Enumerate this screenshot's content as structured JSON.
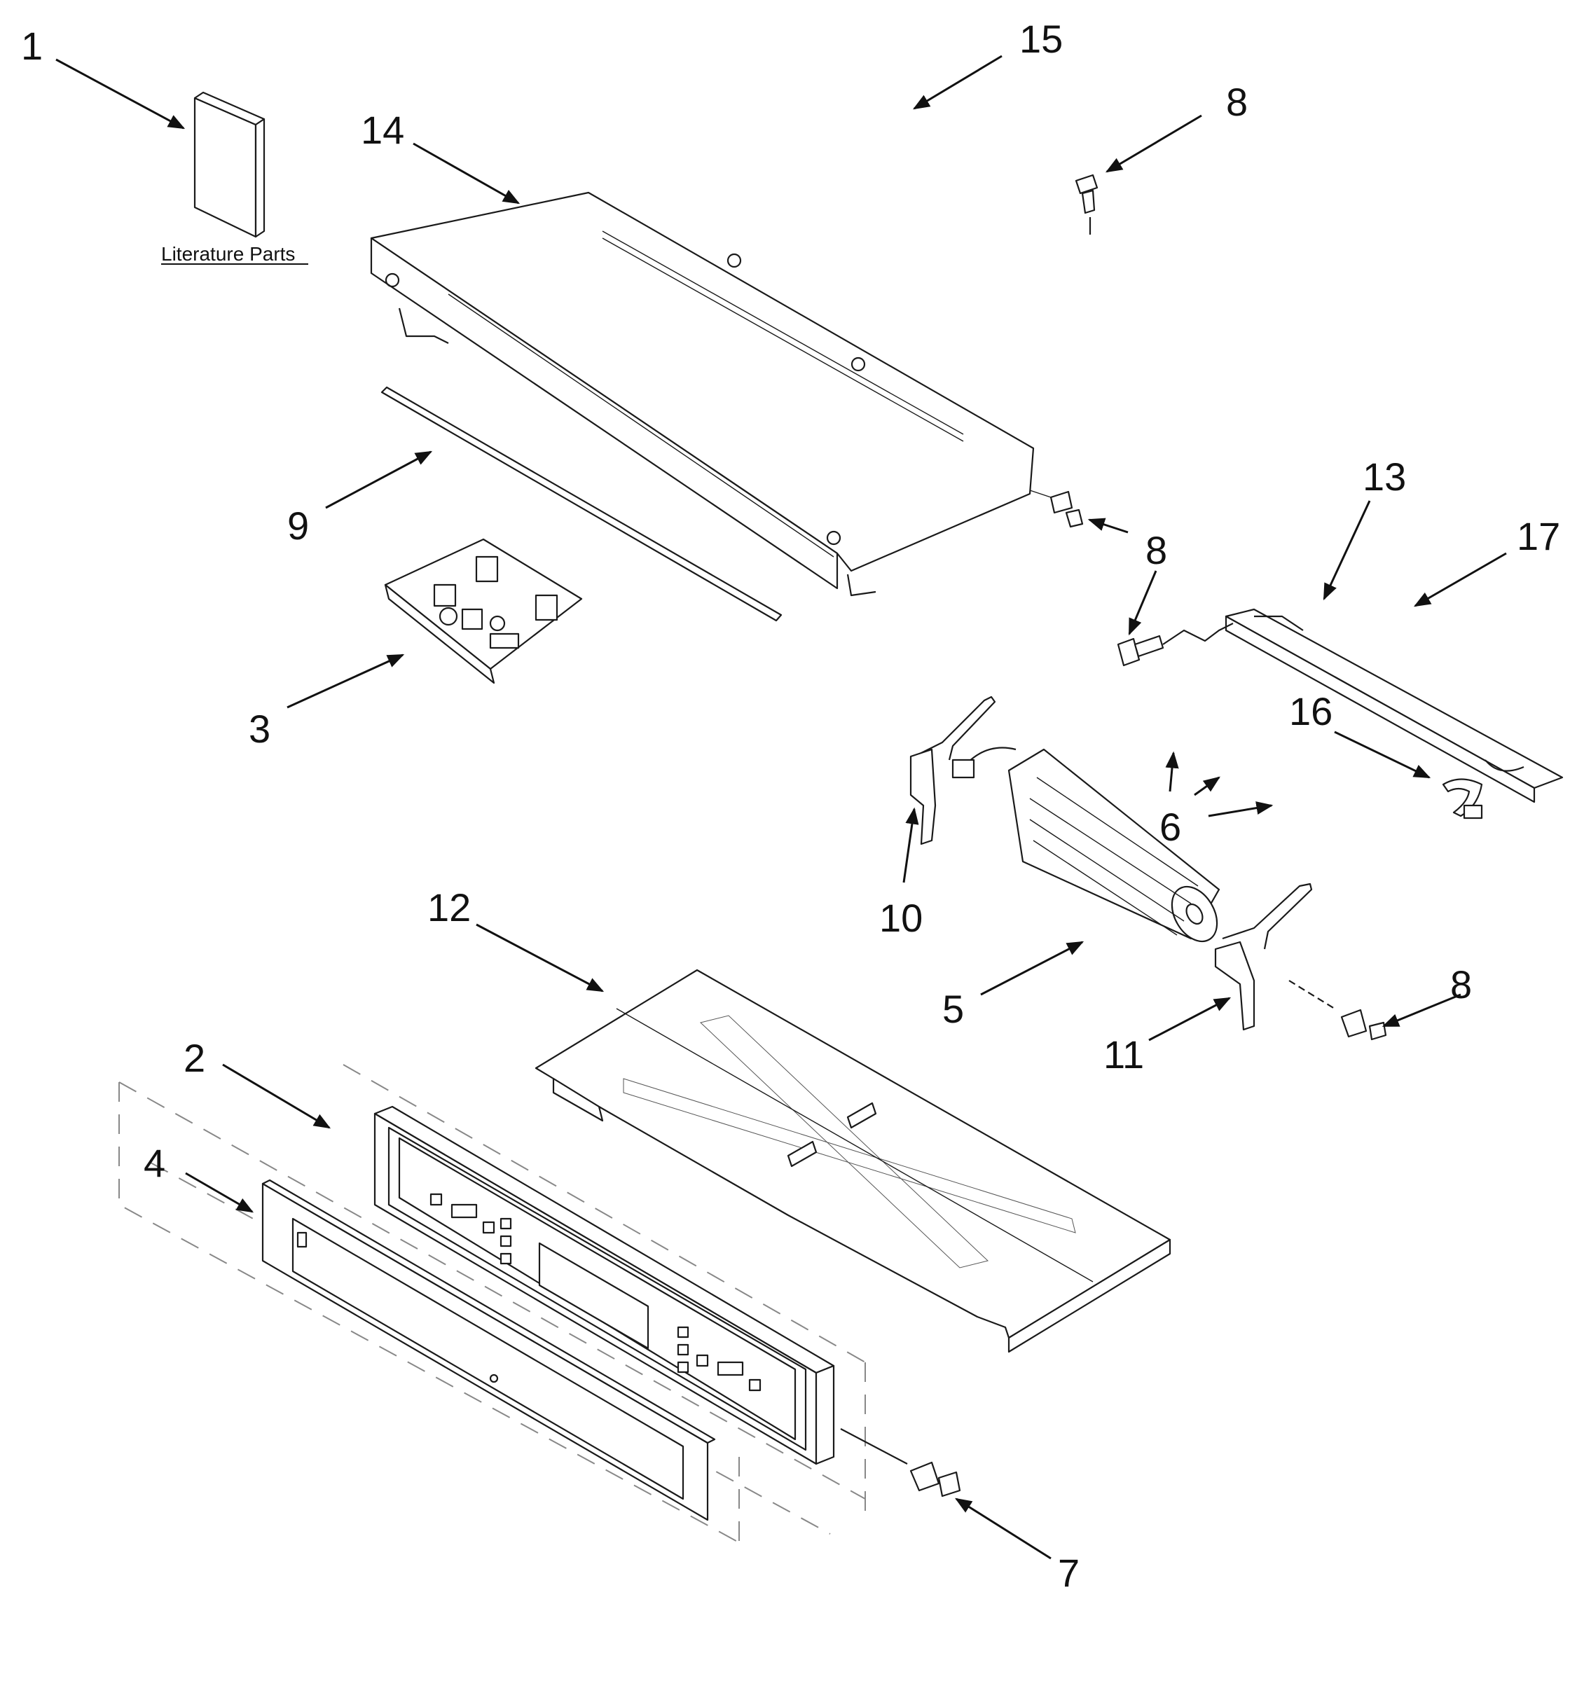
{
  "literature": {
    "label": "Literature Parts"
  },
  "callouts": {
    "c1": "1",
    "c2": "2",
    "c3": "3",
    "c4": "4",
    "c5": "5",
    "c6": "6",
    "c7": "7",
    "c8a": "8",
    "c8b": "8",
    "c8c": "8",
    "c8d": "8",
    "c9": "9",
    "c10": "10",
    "c11": "11",
    "c12": "12",
    "c13": "13",
    "c14": "14",
    "c15": "15",
    "c16": "16",
    "c17": "17"
  }
}
